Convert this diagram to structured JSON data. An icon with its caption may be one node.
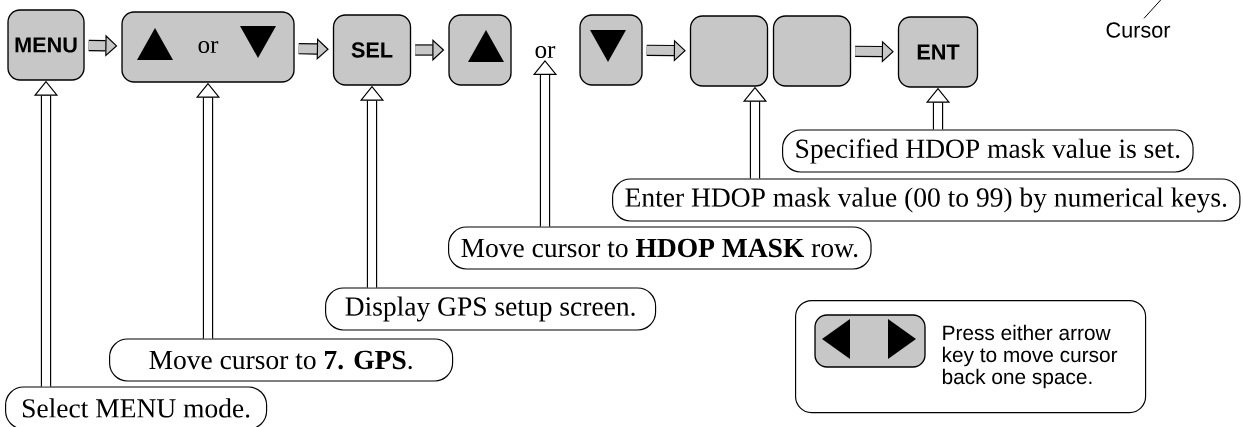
{
  "diagram": {
    "nodes": [
      {
        "text": [
          "MENU"
        ]
      },
      {
        "text": [
          "or"
        ]
      },
      {
        "text": [
          "SEL"
        ]
      },
      {
        "text": [],
        "shape": "box"
      },
      {
        "text": [
          "or"
        ]
      },
      {
        "text": [],
        "shape": "box"
      },
      {
        "text": [],
        "shape": "box"
      },
      {
        "text": [],
        "shape": "box"
      },
      {
        "text": [
          "ENT"
        ]
      },
      {
        "text": [
          "Cursor"
        ]
      },
      {
        "text": [
          "Specified HDOP mask value is set."
        ]
      },
      {
        "text": [
          "Enter HDOP mask value (00 to 99) by numerical keys."
        ]
      },
      {
        "text": [
          "Move cursor to **HDOP MASK** row."
        ]
      },
      {
        "text": [
          "Display GPS setup screen."
        ]
      },
      {
        "text": [
          "Move cursor to **7. GPS**."
        ]
      },
      {
        "text": [
          "Select MENU mode."
        ]
      },
      {
        "text": [
          "Press either arrow key to move cursor back one space."
        ]
      },
      {
        "text": [],
        "shape": "box",
        "in": 16
      }
    ],
    "edges": [
      {
        "from": 0,
        "to": 1,
        "arrow": "to"
      },
      {
        "from": 1,
        "to": 2,
        "arrow": "to"
      },
      {
        "from": 2,
        "to": 3,
        "arrow": "to"
      },
      {
        "from": 5,
        "to": 6,
        "arrow": "to"
      },
      {
        "from": 7,
        "to": 8,
        "arrow": "to"
      },
      {
        "from": 9,
        "to": null,
        "arrow": "none"
      },
      {
        "from": 10,
        "to": 8,
        "arrow": "to"
      },
      {
        "from": 11,
        "to": 6,
        "arrow": "to"
      },
      {
        "from": 12,
        "to": 4,
        "arrow": "to"
      },
      {
        "from": 13,
        "to": 2,
        "arrow": "to"
      },
      {
        "from": 14,
        "to": 1,
        "arrow": "to"
      },
      {
        "from": 15,
        "to": 0,
        "arrow": "to"
      }
    ]
  }
}
